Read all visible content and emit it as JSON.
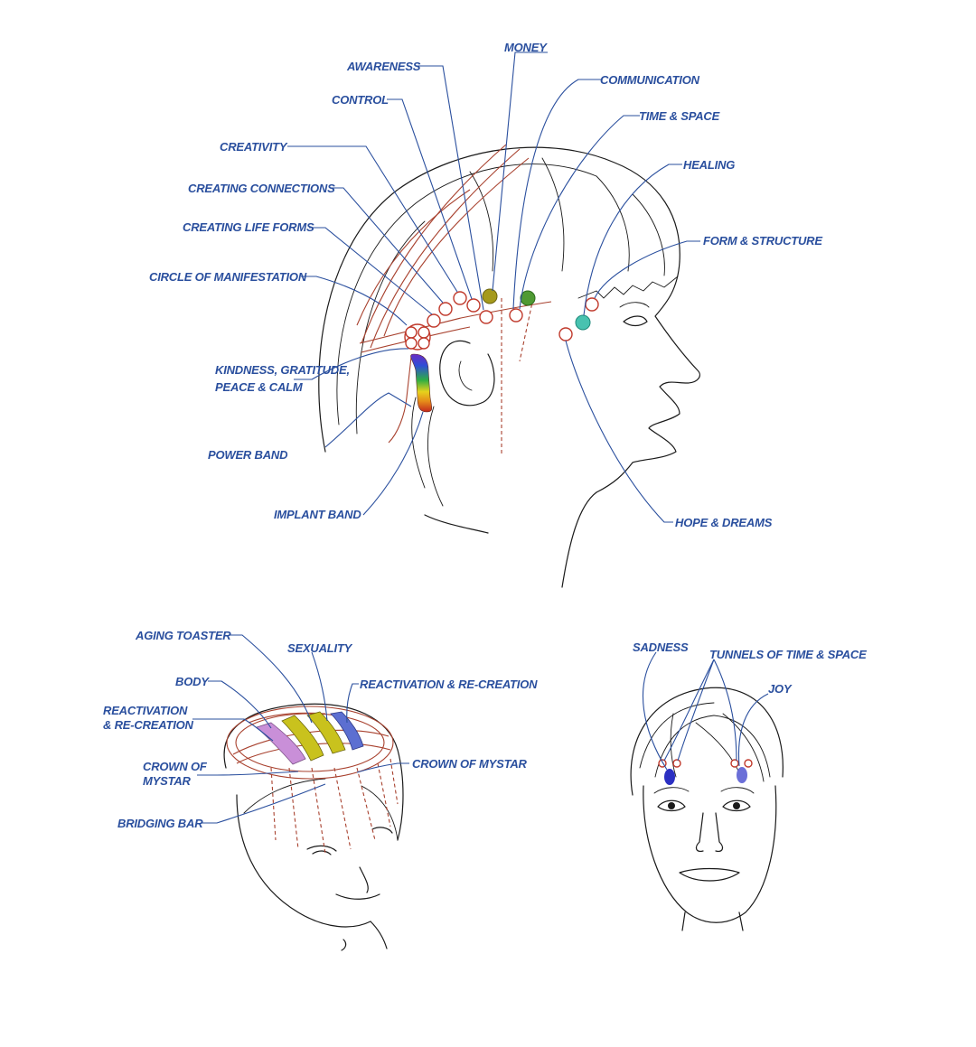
{
  "diagram": {
    "side_view": {
      "labels": {
        "money": "MONEY",
        "awareness": "AWARENESS",
        "communication": "COMMUNICATION",
        "control": "CONTROL",
        "time_space": "TIME & SPACE",
        "creativity": "CREATIVITY",
        "healing": "HEALING",
        "creating_connections": "CREATING CONNECTIONS",
        "creating_life_forms": "CREATING LIFE FORMS",
        "form_structure": "FORM & STRUCTURE",
        "circle_manifestation": "CIRCLE OF MANIFESTATION",
        "kindness_line1": "KINDNESS, GRATITUDE,",
        "kindness_line2": "PEACE & CALM",
        "power_band": "POWER BAND",
        "implant_band": "IMPLANT BAND",
        "hope_dreams": "HOPE & DREAMS"
      },
      "colors": {
        "money_point": "#a59a1c",
        "communication_point": "#4f9a33",
        "healing_point": "#48c2b0"
      }
    },
    "top_view": {
      "labels": {
        "aging_toaster": "AGING TOASTER",
        "sexuality": "SEXUALITY",
        "body": "BODY",
        "reactivation_right": "REACTIVATION & RE-CREATION",
        "reactivation_left_line1": "REACTIVATION",
        "reactivation_left_line2": "& RE-CREATION",
        "crown_right": "CROWN OF MYSTAR",
        "crown_left_line1": "CROWN OF",
        "crown_left_line2": "MYSTAR",
        "bridging_bar": "BRIDGING BAR"
      },
      "colors": {
        "body_bar": "#c98fd8",
        "aging_bar": "#c9c21d",
        "sexuality_bar": "#c9c21d",
        "reactivation_bar": "#5c6fd1"
      }
    },
    "front_view": {
      "labels": {
        "sadness": "SADNESS",
        "tunnels": "TUNNELS OF TIME & SPACE",
        "joy": "JOY"
      },
      "colors": {
        "sadness_point": "#2b2fc2",
        "joy_point": "#6b6fd8"
      }
    }
  }
}
